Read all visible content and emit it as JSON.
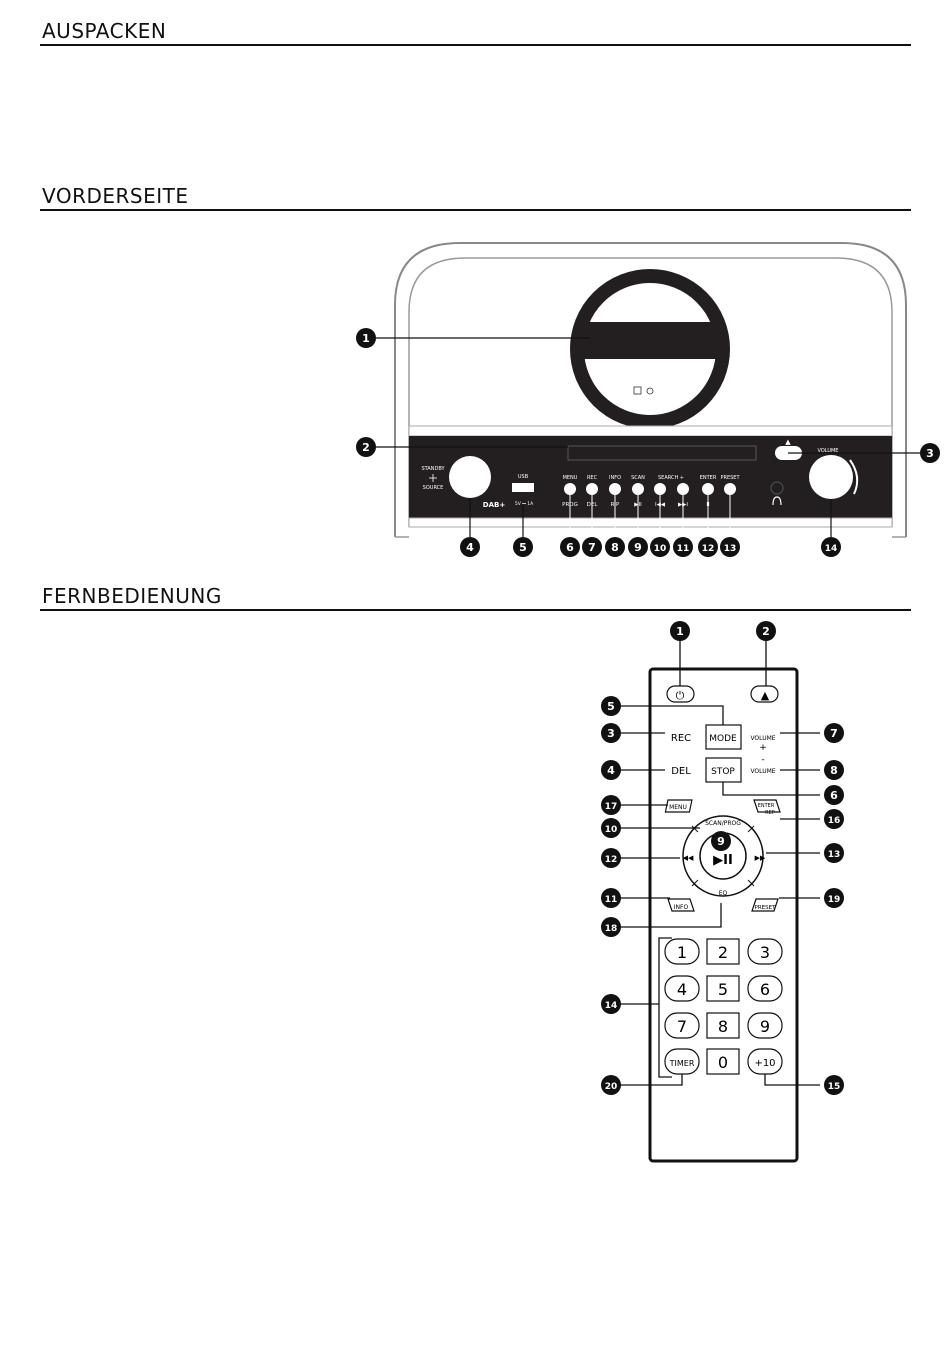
{
  "sections": {
    "unpack": "AUSPACKEN",
    "front": "VORDERSEITE",
    "remote": "FERNBEDIENUNG"
  },
  "colors": {
    "ink": "#111111",
    "panel": "#231f20",
    "white": "#ffffff"
  },
  "front_panel": {
    "standby": "STANDBY",
    "source": "SOURCE",
    "dab": "DAB+",
    "usb_top": "USB",
    "usb_bottom": "5V ⎓ 1A",
    "btn_top": [
      "MENU",
      "REC",
      "INFO",
      "SCAN",
      "SEARCH +",
      "ENTER",
      "PRESET"
    ],
    "btn_bottom": [
      "PROG",
      "DEL",
      "R.P",
      "▶II",
      "I◀◀",
      "▶▶I",
      "II"
    ],
    "eject": "▲",
    "volume": "VOLUME",
    "headphone": "headphone-icon",
    "callouts": [
      "1",
      "2",
      "3",
      "4",
      "5",
      "6",
      "7",
      "8",
      "9",
      "10",
      "11",
      "12",
      "13",
      "14"
    ]
  },
  "remote": {
    "power": "⏻",
    "eject": "▲",
    "rec": "REC",
    "del": "DEL",
    "mode": "MODE",
    "stop": "STOP",
    "volume_up": "VOLUME",
    "volume_plus": "+",
    "volume_minus": "-",
    "volume_down": "VOLUME",
    "menu": "MENU",
    "enter": "ENTER",
    "rep": "REP",
    "scan_prog": "SCAN/PROG",
    "play_pause": "▶II",
    "prev": "◀◀",
    "next": "▶▶",
    "info": "INFO",
    "eq": "EQ",
    "preset": "PRESET",
    "keys": [
      "1",
      "2",
      "3",
      "4",
      "5",
      "6",
      "7",
      "8",
      "9"
    ],
    "timer": "TIMER",
    "zero": "0",
    "plus10": "+10",
    "callouts": [
      "1",
      "2",
      "3",
      "4",
      "5",
      "6",
      "7",
      "8",
      "9",
      "10",
      "11",
      "12",
      "13",
      "14",
      "15",
      "16",
      "17",
      "18",
      "19",
      "20"
    ]
  }
}
